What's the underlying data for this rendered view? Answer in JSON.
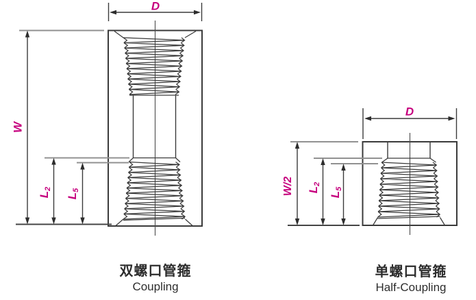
{
  "colors": {
    "accent": "#c6007e",
    "line": "#3a3a3a",
    "gray": "#919191"
  },
  "left_figure": {
    "caption_zh": "双螺口管箍",
    "caption_en": "Coupling",
    "dim_d": "D",
    "dim_w": "W",
    "dim_l2": {
      "base": "L",
      "sub": "2"
    },
    "dim_l5": {
      "base": "L",
      "sub": "5"
    }
  },
  "right_figure": {
    "caption_zh": "单螺口管箍",
    "caption_en": "Half-Coupling",
    "dim_d": "D",
    "dim_w": "W/2",
    "dim_l2": {
      "base": "L",
      "sub": "2"
    },
    "dim_l5": {
      "base": "L",
      "sub": "5"
    }
  }
}
